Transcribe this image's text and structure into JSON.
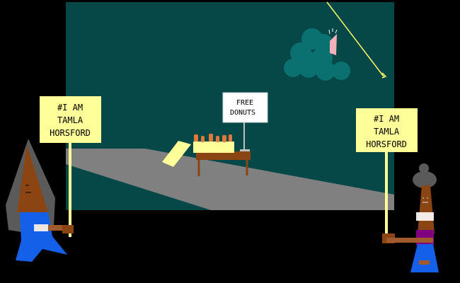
{
  "scene": {
    "sign_left": {
      "line1": "#I AM",
      "line2": "TAMLA",
      "line3": "HORSFORD"
    },
    "sign_right": {
      "line1": "#I AM",
      "line2": "TAMLA",
      "line3": "HORSFORD"
    },
    "donut_sign": {
      "line1": "FREE",
      "line2": "DONUTS"
    }
  },
  "colors": {
    "backdrop": "#064848",
    "floor": "#808080",
    "sign": "#ffff99",
    "table": "#8b4513",
    "cloud": "#0a7070"
  },
  "icons": {
    "cloud": "cloud-icon",
    "fishing_line": "fishing-line-icon",
    "protester_left": "hooded-figure-icon",
    "protester_right": "figure-icon"
  }
}
